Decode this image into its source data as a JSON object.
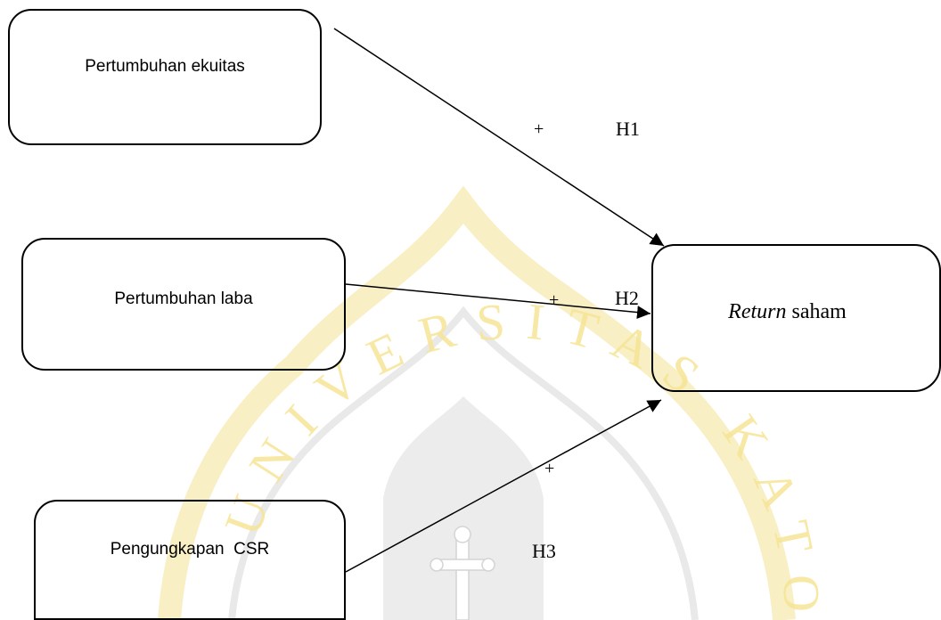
{
  "nodes": {
    "equity_growth": "Pertumbuhan ekuitas",
    "profit_growth": "Pertumbuhan laba",
    "csr_disclosure": "Pengungkapan  CSR",
    "stock_return_italic": "Return",
    "stock_return_rest": " saham"
  },
  "edges": {
    "h1": {
      "sign": "+",
      "label": "H1"
    },
    "h2": {
      "sign": "+",
      "label": "H2"
    },
    "h3": {
      "sign": "+",
      "label": "H3"
    }
  },
  "watermark": {
    "text": "UNIVERSITAS KATOLIK",
    "color": "#f3d335"
  }
}
